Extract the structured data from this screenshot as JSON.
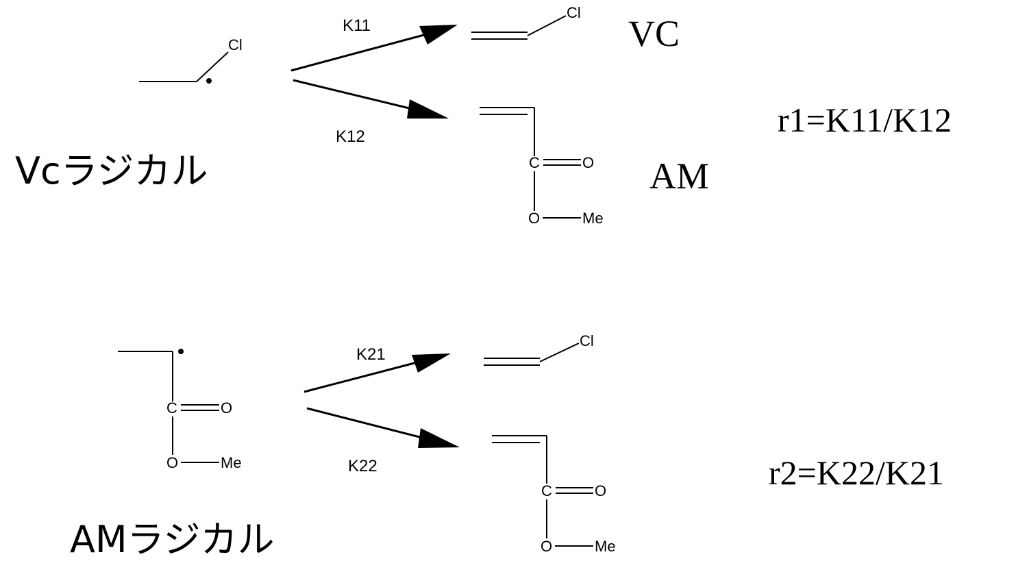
{
  "atoms": {
    "chlorine": "Cl",
    "carbon": "C",
    "oxygen": "O",
    "methyl": "Me"
  },
  "rates": {
    "k11": "K11",
    "k12": "K12",
    "k21": "K21",
    "k22": "K22"
  },
  "species": {
    "vc": "VC",
    "am": "AM"
  },
  "radicals": {
    "vc_radical": "Vcラジカル",
    "am_radical": "AMラジカル"
  },
  "ratios": {
    "r1": "r1=K11/K12",
    "r2": "r2=K22/K21"
  }
}
